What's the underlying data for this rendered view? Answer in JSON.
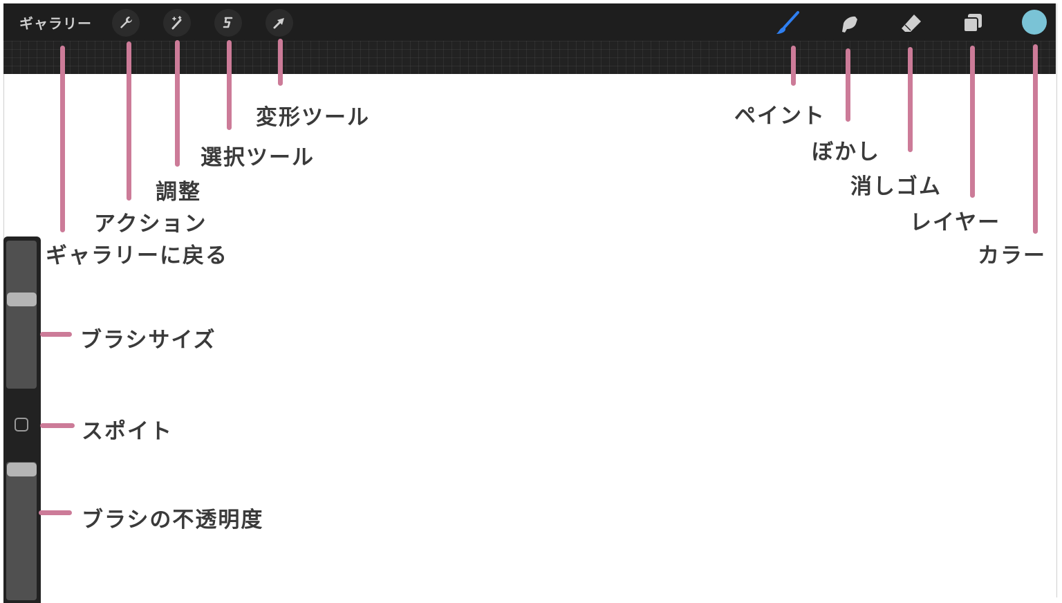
{
  "toolbar": {
    "gallery_label": "ギャラリー",
    "left_tools": [
      {
        "id": "actions",
        "icon": "wrench-icon"
      },
      {
        "id": "adjustments",
        "icon": "magic-wand-icon"
      },
      {
        "id": "selection",
        "icon": "selection-s-icon"
      },
      {
        "id": "transform",
        "icon": "arrow-cursor-icon"
      }
    ],
    "right_tools": [
      {
        "id": "paint",
        "icon": "brush-icon",
        "color": "#2f7ff0"
      },
      {
        "id": "smudge",
        "icon": "smudge-finger-icon"
      },
      {
        "id": "eraser",
        "icon": "eraser-icon"
      },
      {
        "id": "layers",
        "icon": "layers-icon"
      },
      {
        "id": "color",
        "icon": "color-swatch",
        "color": "#7ac3d6"
      }
    ]
  },
  "annotations": {
    "back_to_gallery": "ギャラリーに戻る",
    "actions": "アクション",
    "adjustments": "調整",
    "selection_tool": "選択ツール",
    "transform_tool": "変形ツール",
    "paint": "ペイント",
    "smudge": "ぼかし",
    "eraser": "消しゴム",
    "layers": "レイヤー",
    "color": "カラー",
    "brush_size": "ブラシサイズ",
    "eyedropper": "スポイト",
    "brush_opacity": "ブラシの不透明度"
  },
  "colors": {
    "accent_line": "#cc7b98",
    "toolbar_bg": "#1e1e1e",
    "label_text": "#3a3a3a"
  }
}
